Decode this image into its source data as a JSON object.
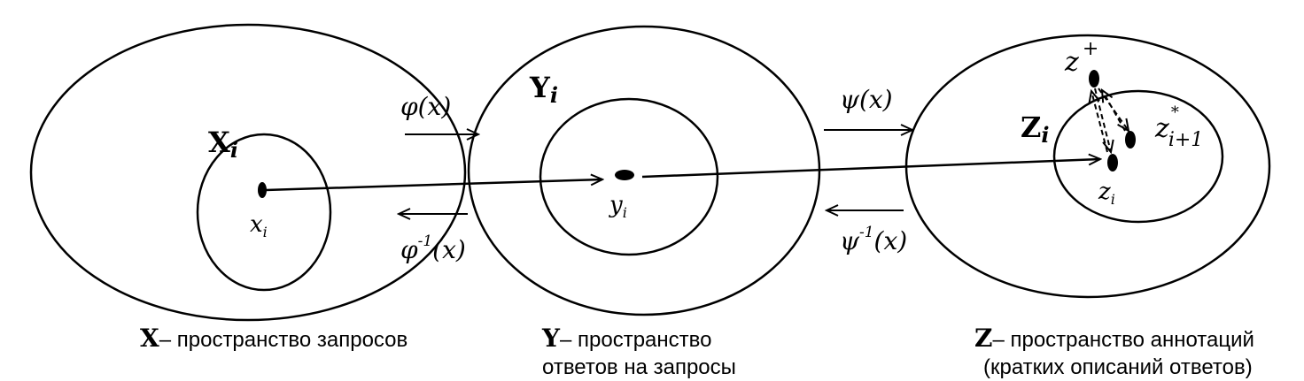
{
  "spaces": {
    "x": {
      "set_label": "X",
      "subset_label": "X",
      "subset_sub": "i",
      "point_label": "x",
      "point_sub": "i",
      "caption_letter": "X",
      "caption_lines": [
        "– пространство запросов"
      ]
    },
    "y": {
      "set_label": "Y",
      "subset_label": "Y",
      "subset_sub": "i",
      "point_label": "y",
      "point_sub": "i",
      "caption_letter": "Y",
      "caption_lines": [
        "– пространство",
        "ответов на запросы"
      ]
    },
    "z": {
      "set_label": "Z",
      "subset_label": "Z",
      "subset_sub": "i",
      "point_label": "z",
      "point_sub": "i",
      "plus_label": "z",
      "plus_sup": "+",
      "next_label": "z",
      "next_sup": "*",
      "next_sub": "i+1",
      "caption_letter": "Z",
      "caption_lines": [
        "– пространство аннотаций",
        "(кратких описаний ответов)"
      ]
    }
  },
  "mappings": {
    "phi": "φ(x)",
    "phi_inv_base": "φ",
    "phi_inv_sup": "-1",
    "phi_inv_arg": "(x)",
    "psi": "ψ(x)",
    "psi_inv_base": "ψ",
    "psi_inv_sup": "-1",
    "psi_inv_arg": "(x)"
  }
}
